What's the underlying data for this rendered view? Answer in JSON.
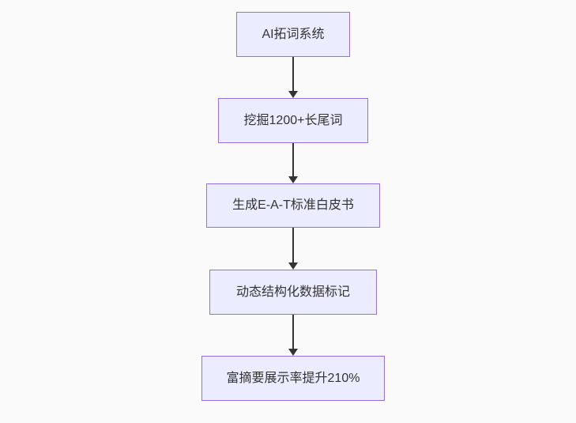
{
  "diagram": {
    "type": "flowchart",
    "direction": "top-down",
    "nodes": [
      {
        "id": "n1",
        "label": "AI拓词系统"
      },
      {
        "id": "n2",
        "label": "挖掘1200+长尾词"
      },
      {
        "id": "n3",
        "label": "生成E-A-T标准白皮书"
      },
      {
        "id": "n4",
        "label": "动态结构化数据标记"
      },
      {
        "id": "n5",
        "label": "富摘要展示率提升210%"
      }
    ],
    "edges": [
      {
        "from": "n1",
        "to": "n2"
      },
      {
        "from": "n2",
        "to": "n3"
      },
      {
        "from": "n3",
        "to": "n4"
      },
      {
        "from": "n4",
        "to": "n5"
      }
    ],
    "colors": {
      "background": "#fafafa",
      "node_fill": "#ECECFF",
      "node_border": "#9370DB",
      "arrow": "#333333",
      "text": "#333333"
    }
  }
}
